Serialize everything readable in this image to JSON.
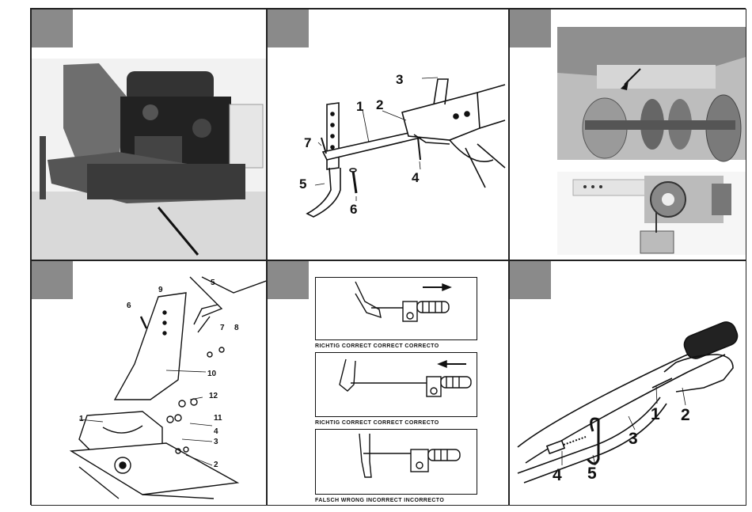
{
  "panel2": {
    "callouts": [
      "1",
      "2",
      "3",
      "4",
      "5",
      "6",
      "7"
    ]
  },
  "panel4": {
    "callouts": [
      "1",
      "2",
      "3",
      "4",
      "5",
      "6",
      "7",
      "8",
      "9",
      "10",
      "11",
      "12"
    ]
  },
  "panel5": {
    "caption_1": "RICHTIG  CORRECT  CORRECT  CORRECTO",
    "caption_2": "RICHTIG  CORRECT  CORRECT  CORRECTO",
    "caption_3": "FALSCH  WRONG  INCORRECT  INCORRECTO"
  },
  "panel6": {
    "callouts": [
      "1",
      "2",
      "3",
      "4",
      "5"
    ]
  }
}
